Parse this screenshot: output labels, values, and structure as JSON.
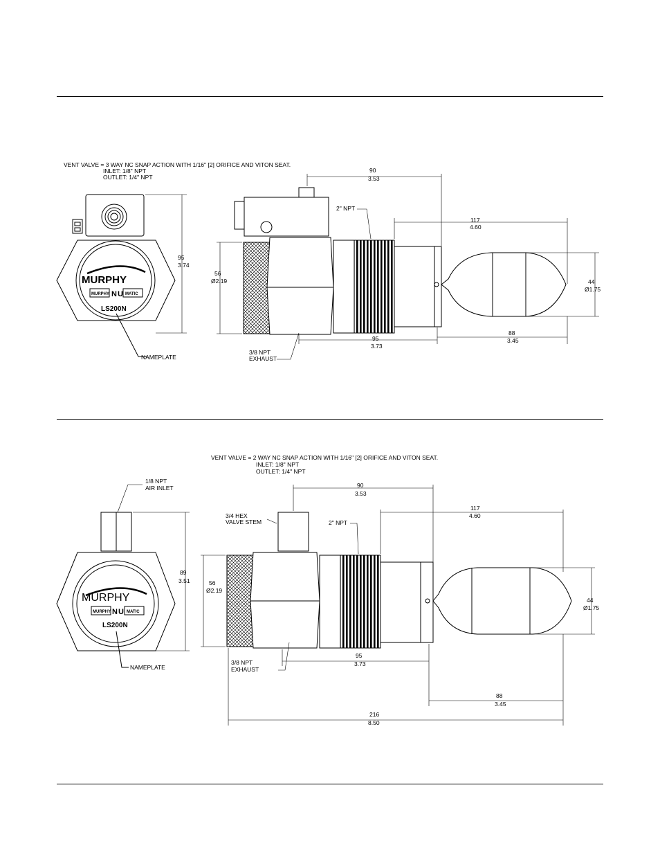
{
  "top": {
    "note_line1": "VENT VALVE = 3 WAY NC SNAP ACTION WITH 1/16\" [2] ORIFICE AND VITON SEAT.",
    "note_line2": "INLET: 1/8\" NPT",
    "note_line3": "OUTLET: 1/4\" NPT",
    "brand": "MURPHY",
    "brand_small": "MURPHY",
    "brand_n": "N",
    "brand_u": "U",
    "brand_matic": "MATIC",
    "model": "LS200N",
    "nameplate": "NAMEPLATE",
    "thread_label": "2\" NPT",
    "exhaust_line1": "3/8 NPT",
    "exhaust_line2": "EXHAUST",
    "height_mm": "95",
    "height_in": "3.74",
    "hex_mm": "56",
    "hex_in": "Ø2.19",
    "stem_mm": "90",
    "stem_in": "3.53",
    "float_len_mm": "117",
    "float_len_in": "4.60",
    "float_dia_mm": "44",
    "float_dia_in": "Ø1.75",
    "body_mm": "95",
    "body_in": "3.73",
    "float_mm": "88",
    "float_in": "3.45"
  },
  "bottom": {
    "note_line1": "VENT VALVE = 2 WAY NC SNAP ACTION WITH 1/16\" [2] ORIFICE AND VITON SEAT.",
    "note_line2": "INLET: 1/8\" NPT",
    "note_line3": "OUTLET: 1/4\" NPT",
    "inlet_line1": "1/8 NPT",
    "inlet_line2": "AIR INLET",
    "stem_line1": "3/4 HEX",
    "stem_line2": "VALVE STEM",
    "brand": "MURPHY",
    "brand_small": "MURPHY",
    "brand_n": "N",
    "brand_u": "U",
    "brand_matic": "MATIC",
    "model": "LS200N",
    "nameplate": "NAMEPLATE",
    "thread_label": "2\" NPT",
    "exhaust_line1": "3/8 NPT",
    "exhaust_line2": "EXHAUST",
    "height_mm": "89",
    "height_in": "3.51",
    "hex_mm": "56",
    "hex_in": "Ø2.19",
    "stem_mm": "90",
    "stem_in": "3.53",
    "float_len_mm": "117",
    "float_len_in": "4.60",
    "float_dia_mm": "44",
    "float_dia_in": "Ø1.75",
    "body_mm": "95",
    "body_in": "3.73",
    "float_mm": "88",
    "float_in": "3.45",
    "overall_mm": "216",
    "overall_in": "8.50"
  }
}
